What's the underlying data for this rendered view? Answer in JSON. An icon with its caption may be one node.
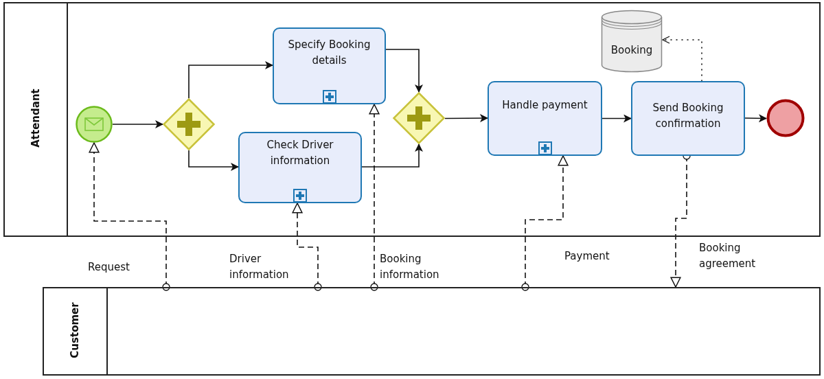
{
  "diagram": {
    "nodes": [
      {
        "text": [
          "Attendant"
        ]
      },
      {
        "text": [],
        "shape": "circle",
        "in": 0
      },
      {
        "text": [],
        "shape": "diamond",
        "in": 0
      },
      {
        "text": [
          "Specify Booking details"
        ],
        "in": 0
      },
      {
        "text": [
          "Check Driver information"
        ],
        "in": 0
      },
      {
        "text": [],
        "shape": "diamond",
        "in": 0
      },
      {
        "text": [
          "Handle payment"
        ],
        "in": 0
      },
      {
        "text": [
          "Send Booking confirmation"
        ],
        "in": 0
      },
      {
        "text": [
          "Booking"
        ],
        "in": 0
      },
      {
        "text": [],
        "shape": "circle",
        "in": 0
      },
      {
        "text": [
          "Customer"
        ]
      }
    ],
    "edges": [
      {
        "from": 1,
        "to": 2,
        "arrow": "to"
      },
      {
        "from": 2,
        "to": 3,
        "arrow": "to"
      },
      {
        "from": 2,
        "to": 4,
        "arrow": "to"
      },
      {
        "from": 3,
        "to": 5,
        "arrow": "to"
      },
      {
        "from": 4,
        "to": 5,
        "arrow": "to"
      },
      {
        "from": 5,
        "to": 6,
        "arrow": "to"
      },
      {
        "from": 6,
        "to": 7,
        "arrow": "to"
      },
      {
        "from": 7,
        "to": 9,
        "arrow": "to"
      },
      {
        "from": 7,
        "to": 8,
        "arrow": "to",
        "style": "dashed"
      },
      {
        "from": 10,
        "to": 1,
        "arrow": "to",
        "style": "dashed",
        "label": "Request"
      },
      {
        "from": 10,
        "to": 4,
        "arrow": "to",
        "style": "dashed",
        "label": "Driver information"
      },
      {
        "from": 10,
        "to": 3,
        "arrow": "to",
        "style": "dashed",
        "label": "Booking information"
      },
      {
        "from": 10,
        "to": 6,
        "arrow": "to",
        "style": "dashed",
        "label": "Payment"
      },
      {
        "from": 7,
        "to": 10,
        "arrow": "to",
        "style": "dashed",
        "label": "Booking agreement"
      }
    ]
  }
}
